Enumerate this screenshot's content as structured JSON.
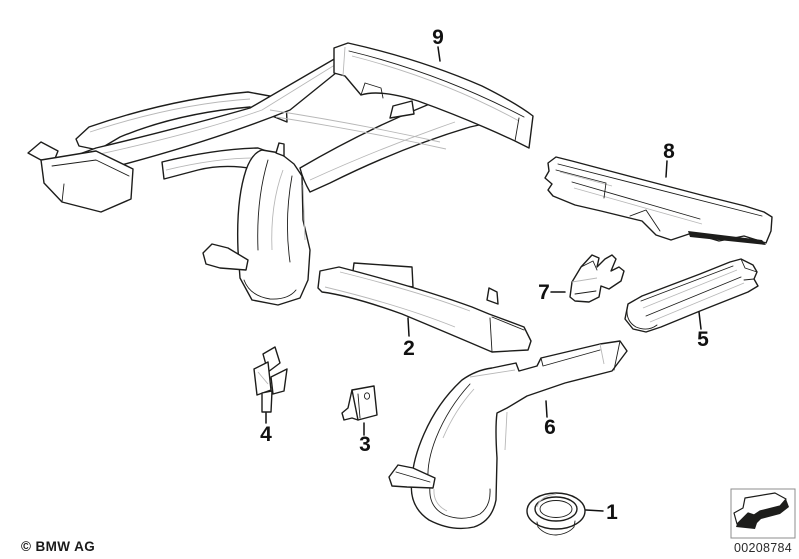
{
  "diagram": {
    "copyright": "© BMW AG",
    "image_number": "00208784",
    "corner_icon": "direction-arrow-3d-icon",
    "callouts": [
      {
        "label": "1",
        "part": "grommet-plug"
      },
      {
        "label": "2",
        "part": "side-member"
      },
      {
        "label": "3",
        "part": "small-bracket-with-hole"
      },
      {
        "label": "4",
        "part": "folded-bracket"
      },
      {
        "label": "5",
        "part": "sill-channel"
      },
      {
        "label": "6",
        "part": "wheel-arch-member"
      },
      {
        "label": "7",
        "part": "corner-bracket"
      },
      {
        "label": "8",
        "part": "rear-crossmember"
      },
      {
        "label": "9",
        "part": "front-crossmember"
      }
    ],
    "colors": {
      "line": "#1d1d1b",
      "secondary_line": "#b8b8b8",
      "background": "#ffffff"
    }
  }
}
